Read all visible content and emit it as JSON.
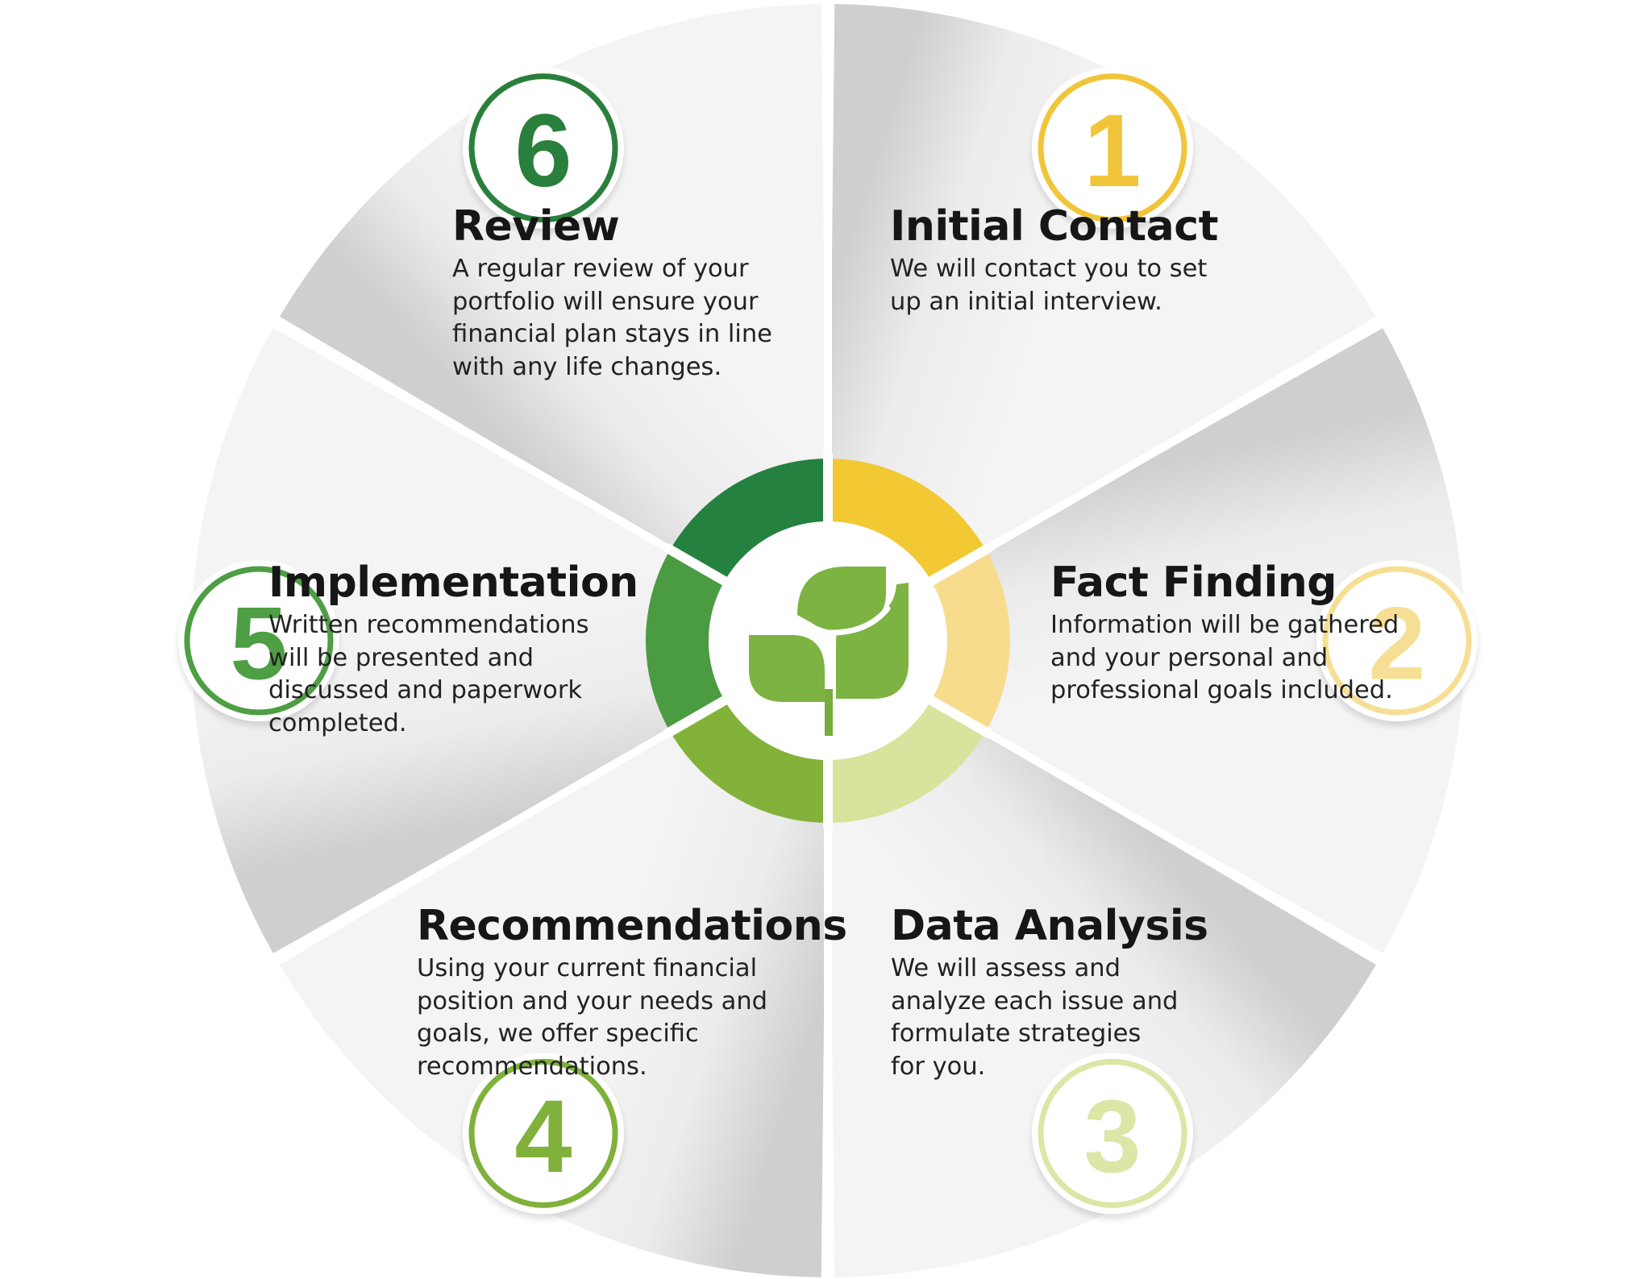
{
  "steps": [
    {
      "number": "1",
      "title": "Initial Contact",
      "lines": [
        "We will contact you to set",
        "up an initial interview."
      ],
      "color": "#f2c833",
      "ring_color": "#f1c53a"
    },
    {
      "number": "2",
      "title": "Fact Finding",
      "lines": [
        "Information will be gathered",
        "and your personal and",
        "professional goals included."
      ],
      "color": "#f7dc8e",
      "ring_color": "#f6df94"
    },
    {
      "number": "3",
      "title": "Data Analysis",
      "lines": [
        "We will assess and",
        "analyze each issue and",
        "formulate strategies",
        "for you."
      ],
      "color": "#d6e49d",
      "ring_color": "#dae7a6"
    },
    {
      "number": "4",
      "title": "Recommendations",
      "lines": [
        "Using your current financial",
        "position and your needs and",
        "goals, we offer specific",
        "recommendations."
      ],
      "color": "#83b23a",
      "ring_color": "#7fb13b"
    },
    {
      "number": "5",
      "title": "Implementation",
      "lines": [
        "Written recommendations",
        "will be presented and",
        "discussed and paperwork",
        "completed."
      ],
      "color": "#4a9b42",
      "ring_color": "#4e9e44"
    },
    {
      "number": "6",
      "title": "Review",
      "lines": [
        "A regular review of your",
        "portfolio will ensure your",
        "financial plan stays in line",
        "with any life changes."
      ],
      "color": "#25813f",
      "ring_color": "#2b7f3c"
    }
  ],
  "colors": {
    "leaf": "#7db342",
    "leaf_stem": "#76ad3c",
    "segment_light": "#f4f4f4",
    "segment_shadow": "#cfcfcf",
    "text": "#161616"
  },
  "icons": {
    "center": "leaf-sprout-icon"
  }
}
